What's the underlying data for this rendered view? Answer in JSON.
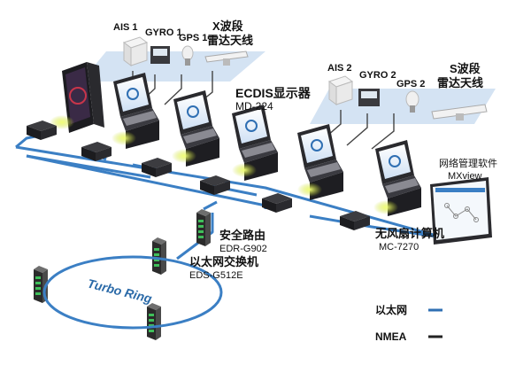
{
  "top_left_sensors": {
    "ais": "AIS 1",
    "gyro": "GYRO 1",
    "gps": "GPS 1",
    "radar_line1": "X波段",
    "radar_line2": "雷达天线"
  },
  "top_right_sensors": {
    "ais": "AIS 2",
    "gyro": "GYRO 2",
    "gps": "GPS 2",
    "radar_line1": "S波段",
    "radar_line2": "雷达天线"
  },
  "ecdis": {
    "title": "ECDIS显示器",
    "model": "MD-224"
  },
  "mxview": {
    "title": "网络管理软件",
    "model": "MXview"
  },
  "router": {
    "title": "安全路由",
    "model": "EDR-G902"
  },
  "switch": {
    "title": "以太网交换机",
    "model": "EDS-G512E"
  },
  "computer": {
    "title": "无风扇计算机",
    "model": "MC-7270"
  },
  "ring": {
    "label": "Turbo Ring"
  },
  "legend": {
    "ethernet": "以太网",
    "nmea": "NMEA",
    "ethernet_color": "#2f6fb3",
    "nmea_color": "#222222"
  },
  "colors": {
    "bus_blue": "#3b7fc4",
    "panel_blue": "#c9dcf0",
    "glow": "#d8e84a"
  }
}
